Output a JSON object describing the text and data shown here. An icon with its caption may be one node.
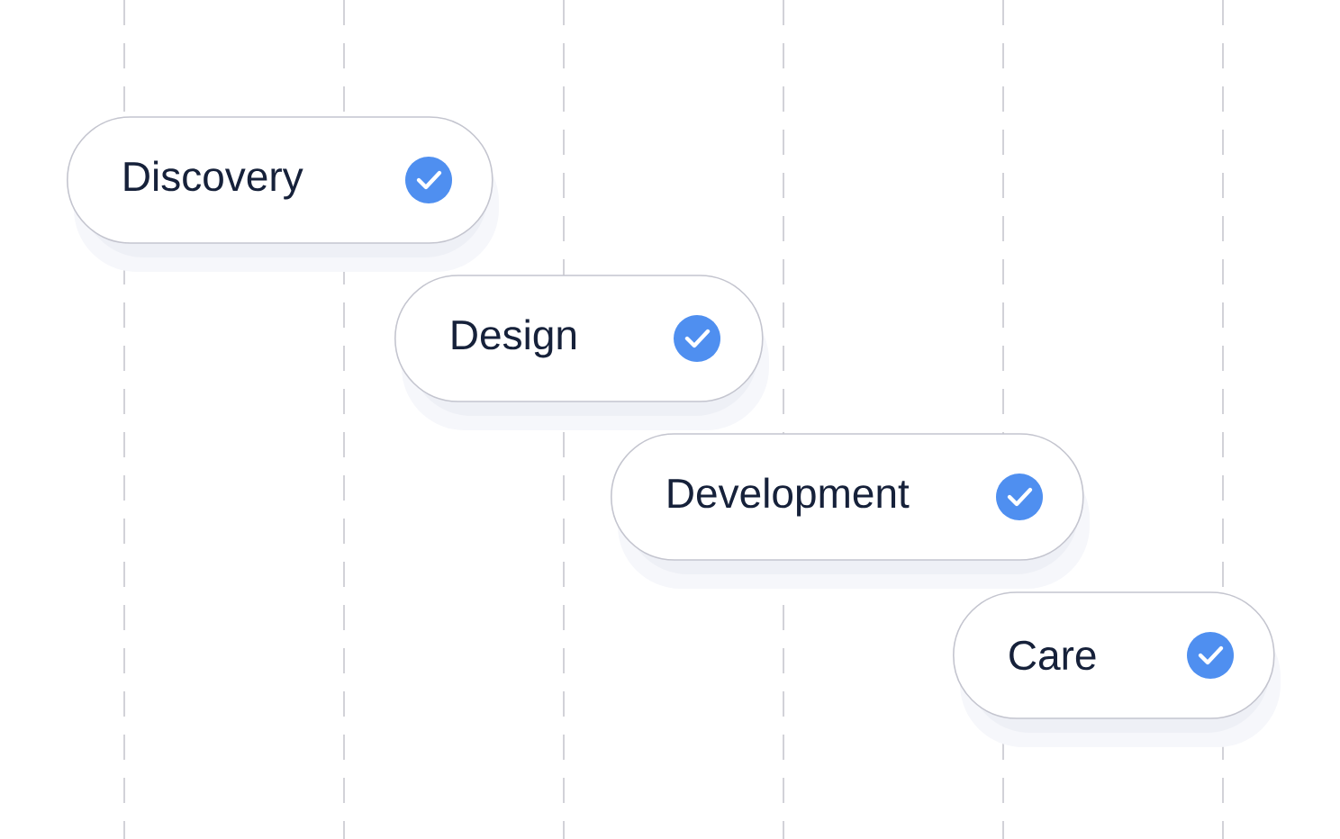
{
  "diagram": {
    "nodes": [
      {
        "text": [
          "Discovery"
        ]
      },
      {
        "text": [
          "Design"
        ]
      },
      {
        "text": [
          "Development"
        ]
      },
      {
        "text": [
          "Care"
        ]
      }
    ]
  }
}
